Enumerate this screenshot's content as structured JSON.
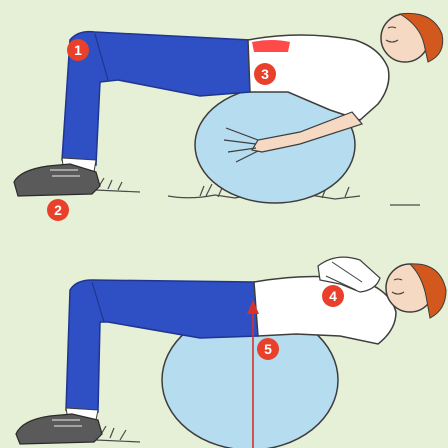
{
  "colors": {
    "background": "#e6f0d6",
    "ball": "#b6dcef",
    "ball_outline": "#3d3d3d",
    "pants": "#2f4fc4",
    "pants_dark": "#1f3590",
    "shirt": "#ffffff",
    "skin": "#f6d9c2",
    "hair": "#d2581e",
    "shoe": "#5a5a5a",
    "badge": "#e8402a",
    "highlight": "#ff2a2a",
    "guide_line": "#d6322a",
    "grass": "#4a4a4a"
  },
  "panels": [
    {
      "name": "top-panel",
      "markers": [
        {
          "number": "1"
        },
        {
          "number": "2"
        },
        {
          "number": "3"
        }
      ]
    },
    {
      "name": "bottom-panel",
      "markers": [
        {
          "number": "4"
        },
        {
          "number": "5"
        }
      ]
    }
  ]
}
